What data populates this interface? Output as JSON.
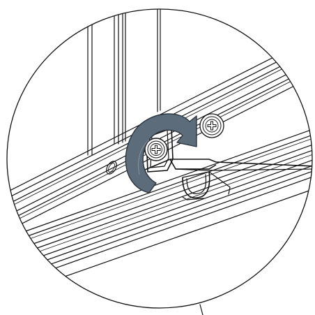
{
  "diagram": {
    "kind": "detail-magnifier-illustration",
    "subject": "screw-fastening-on-rail",
    "rotation_direction": "clockwise",
    "screw_count": 2,
    "colors": {
      "line": "#111111",
      "background": "#ffffff",
      "rotation_arrow_fill": "#5d6c7b",
      "rotation_arrow_stroke": "#2b333b"
    },
    "icons": [
      "phillips-screw-icon",
      "rotation-arrow-icon"
    ]
  }
}
